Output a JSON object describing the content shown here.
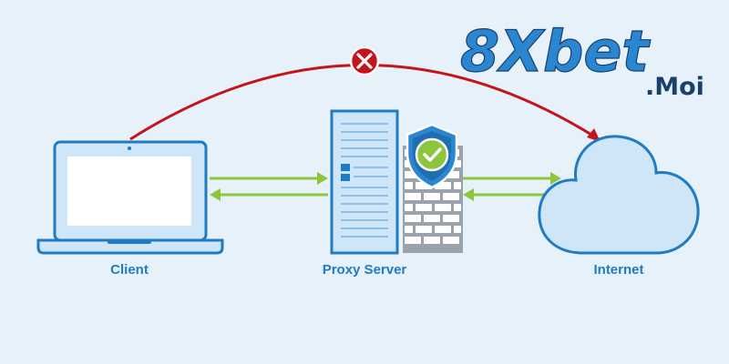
{
  "colors": {
    "background": "#e6f1fa",
    "primary_blue": "#1f7bc4",
    "light_blue": "#cfe6f8",
    "screen_white": "#ffffff",
    "arrow_green": "#8cc63e",
    "blocked_red": "#c4151c",
    "check_green": "#8cc63e",
    "wall_gray": "#9aa3ab",
    "logo_blue": "#2a86d1",
    "logo_navy": "#1a3f6b"
  },
  "nodes": {
    "client": {
      "label": "Client",
      "icon": "laptop-icon"
    },
    "proxy": {
      "label": "Proxy Server",
      "icon": "server-icon"
    },
    "internet": {
      "label": "Internet",
      "icon": "cloud-icon"
    }
  },
  "firewall": {
    "icon": "firewall-icon",
    "badge_icon": "shield-check-icon"
  },
  "direct_path": {
    "blocked": true,
    "icon": "x-circle-icon"
  },
  "logo": {
    "main": "8Xbet",
    "sub": ".Moi"
  }
}
